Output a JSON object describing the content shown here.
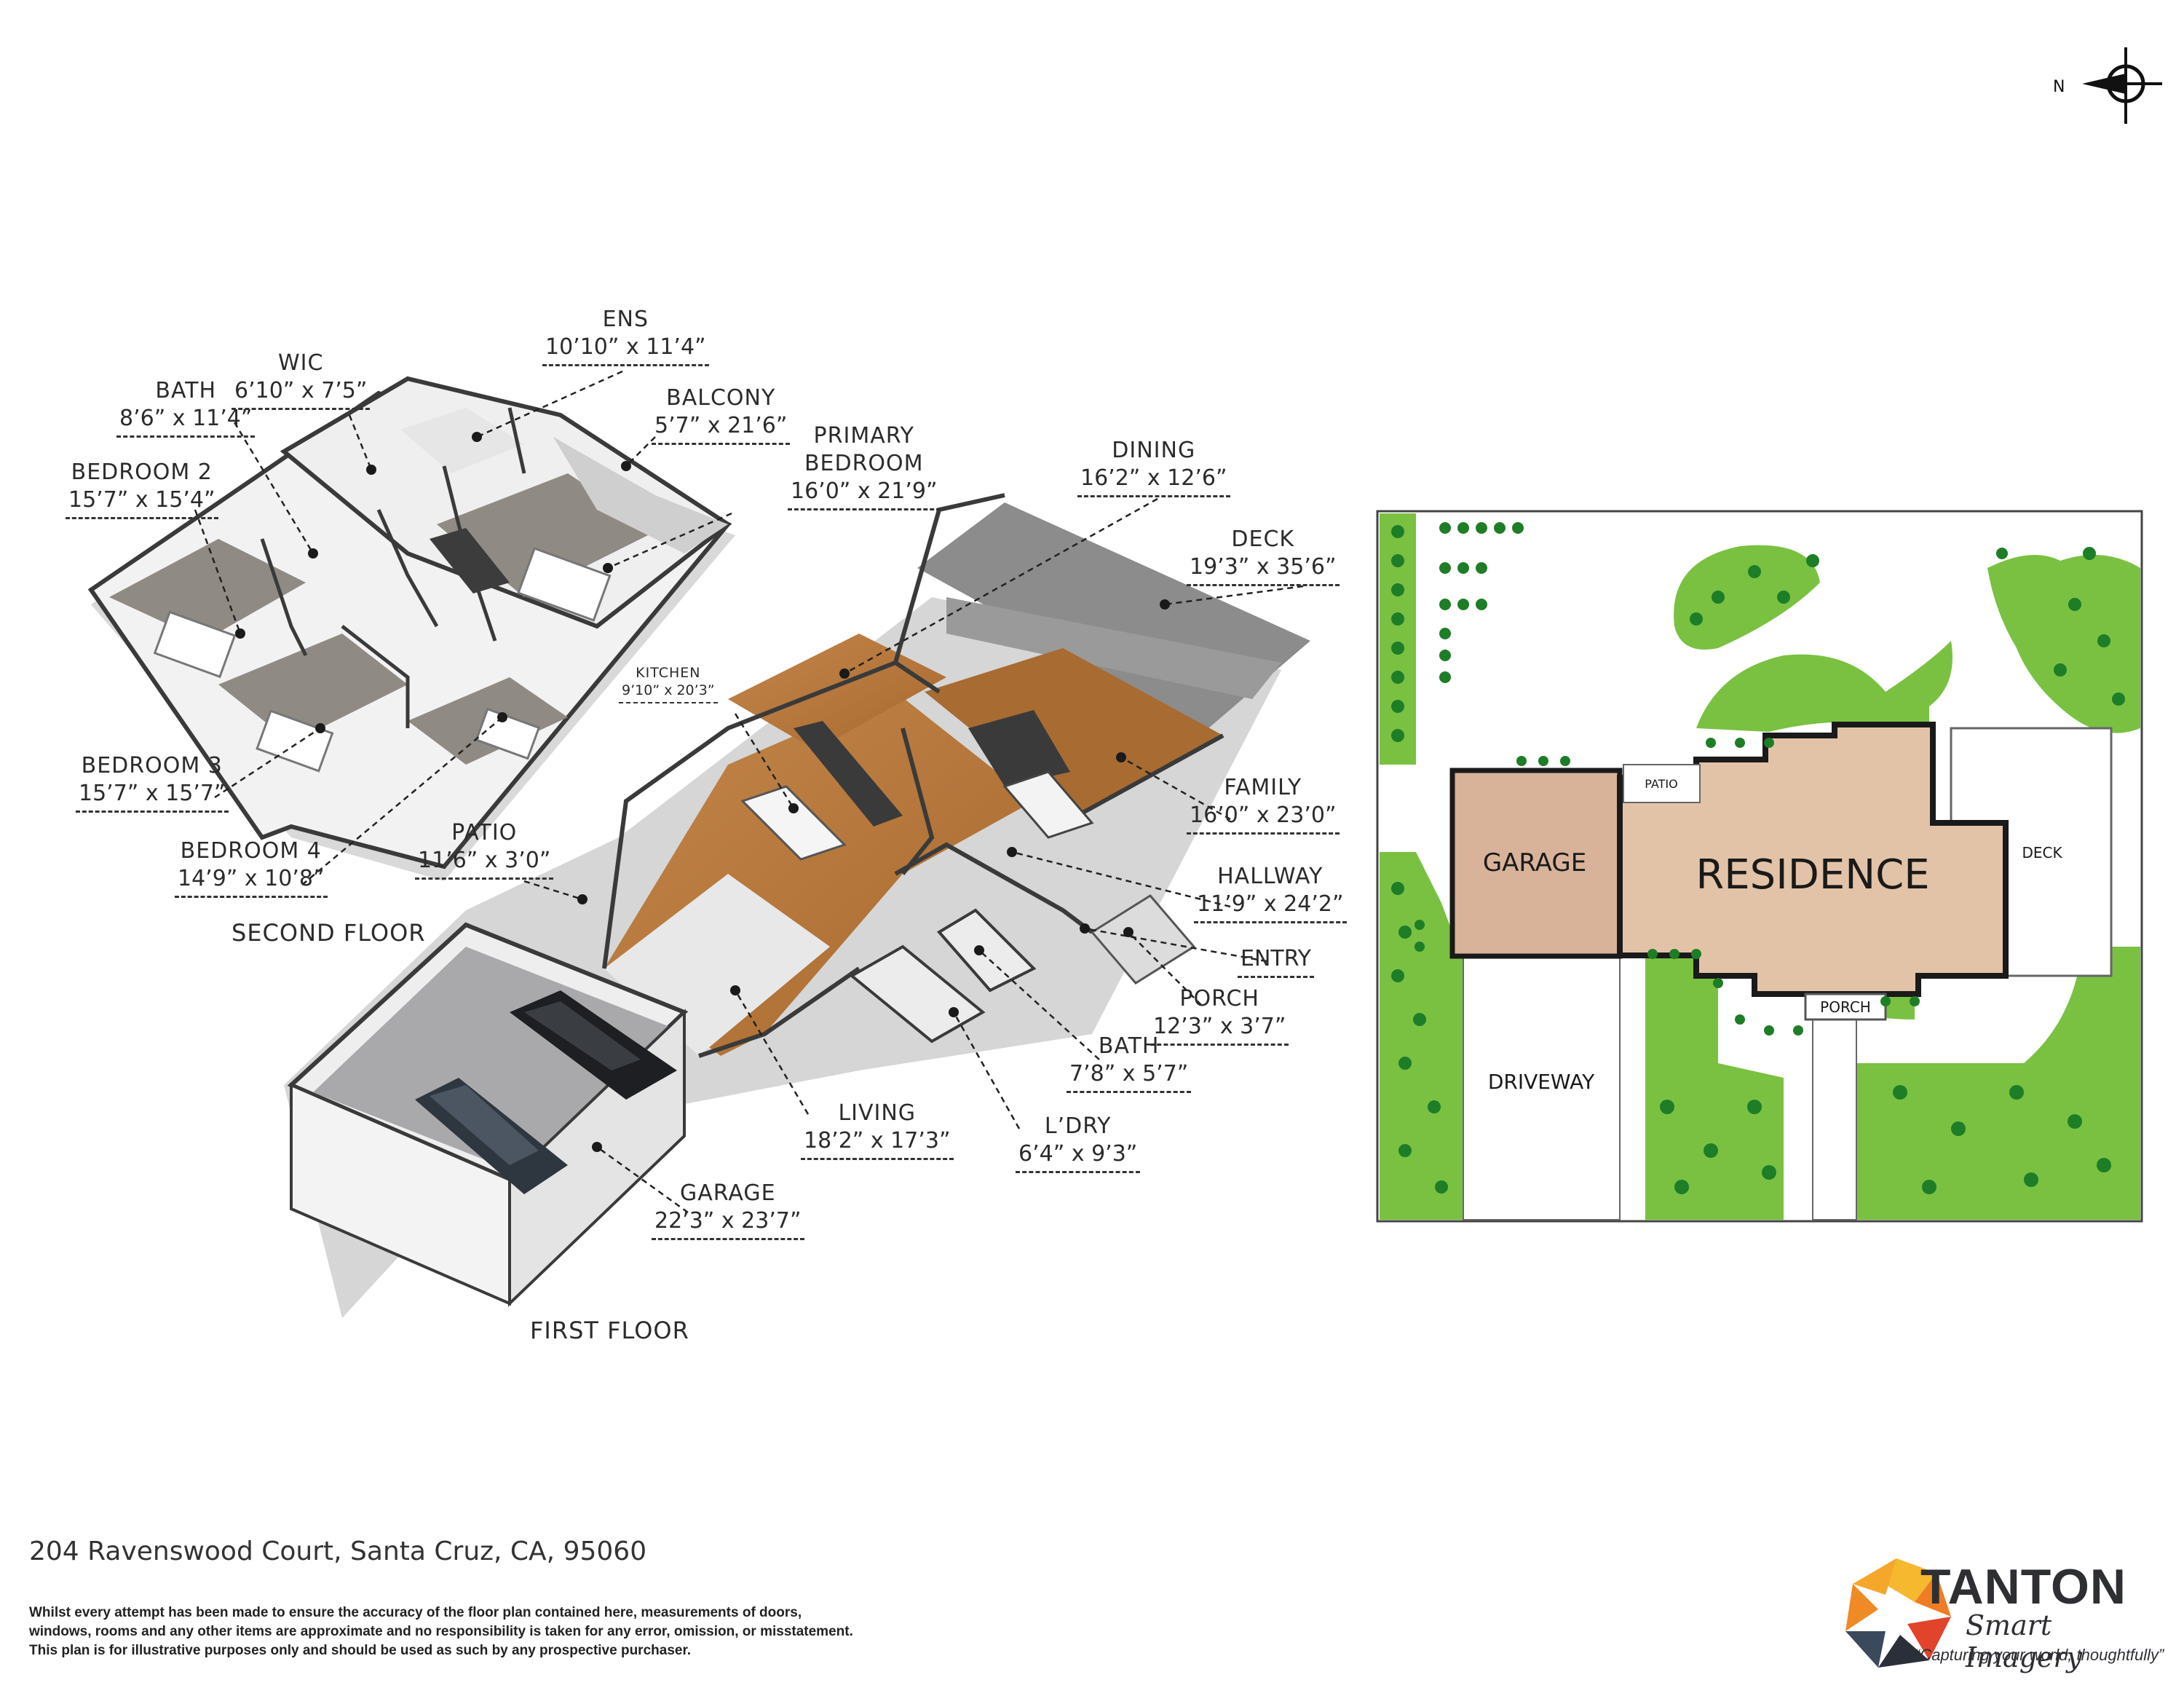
{
  "compass": {
    "label": "N"
  },
  "floors": {
    "second": "SECOND FLOOR",
    "first": "FIRST FLOOR"
  },
  "rooms": {
    "ens": {
      "name": "ENS",
      "dims": "10’10” x 11’4”"
    },
    "wic": {
      "name": "WIC",
      "dims": "6’10” x 7’5”"
    },
    "bath2": {
      "name": "BATH",
      "dims": "8’6” x 11’4”"
    },
    "balcony": {
      "name": "BALCONY",
      "dims": "5’7” x 21’6”"
    },
    "bedroom2": {
      "name": "BEDROOM 2",
      "dims": "15’7” x 15’4”"
    },
    "primary": {
      "name": "PRIMARY BEDROOM",
      "name1": "PRIMARY",
      "name2": "BEDROOM",
      "dims": "16’0” x 21’9”"
    },
    "dining": {
      "name": "DINING",
      "dims": "16’2” x 12’6”"
    },
    "deck": {
      "name": "DECK",
      "dims": "19’3” x 35’6”"
    },
    "kitchen": {
      "name": "KITCHEN",
      "dims": "9’10” x 20’3”"
    },
    "bedroom3": {
      "name": "BEDROOM 3",
      "dims": "15’7” x 15’7”"
    },
    "bedroom4": {
      "name": "BEDROOM 4",
      "dims": "14’9” x 10’8”"
    },
    "patio": {
      "name": "PATIO",
      "dims": "11’6” x 3’0”"
    },
    "family": {
      "name": "FAMILY",
      "dims": "16’0” x 23’0”"
    },
    "hallway": {
      "name": "HALLWAY",
      "dims": "11’9” x 24’2”"
    },
    "entry": {
      "name": "ENTRY"
    },
    "porch": {
      "name": "PORCH",
      "dims": "12’3” x 3’7”"
    },
    "bath1": {
      "name": "BATH",
      "dims": "7’8” x 5’7”"
    },
    "living": {
      "name": "LIVING",
      "dims": "18’2” x 17’3”"
    },
    "ldry": {
      "name": "L’DRY",
      "dims": "6’4” x 9’3”"
    },
    "garage": {
      "name": "GARAGE",
      "dims": "22’3” x 23’7”"
    }
  },
  "site_plan": {
    "garage": "GARAGE",
    "residence": "RESIDENCE",
    "patio": "PATIO",
    "deck": "DECK",
    "porch": "PORCH",
    "driveway": "DRIVEWAY"
  },
  "address": "204 Ravenswood Court, Santa Cruz, CA, 95060",
  "disclaimer": [
    "Whilst every attempt has been made to ensure the accuracy of the floor plan contained here, measurements of doors,",
    "windows, rooms and any other items are approximate and no responsibility is taken for any error, omission, or misstatement.",
    "This plan is for illustrative purposes only and should be used as such by any prospective purchaser."
  ],
  "logo": {
    "brand_suffix": "TANTON",
    "sub": "Smart Imagery",
    "tagline": "“Capturing your world, thoughtfully”"
  },
  "colors": {
    "floor_wood": "#b97a3f",
    "carpet": "#8f8a83",
    "wall": "#ffffff",
    "wall_top": "#3a3a3a",
    "lawn": "#7ac142",
    "tree": "#1e7d27",
    "residence": "#e3c3a8",
    "outline": "#1a1a1a"
  }
}
